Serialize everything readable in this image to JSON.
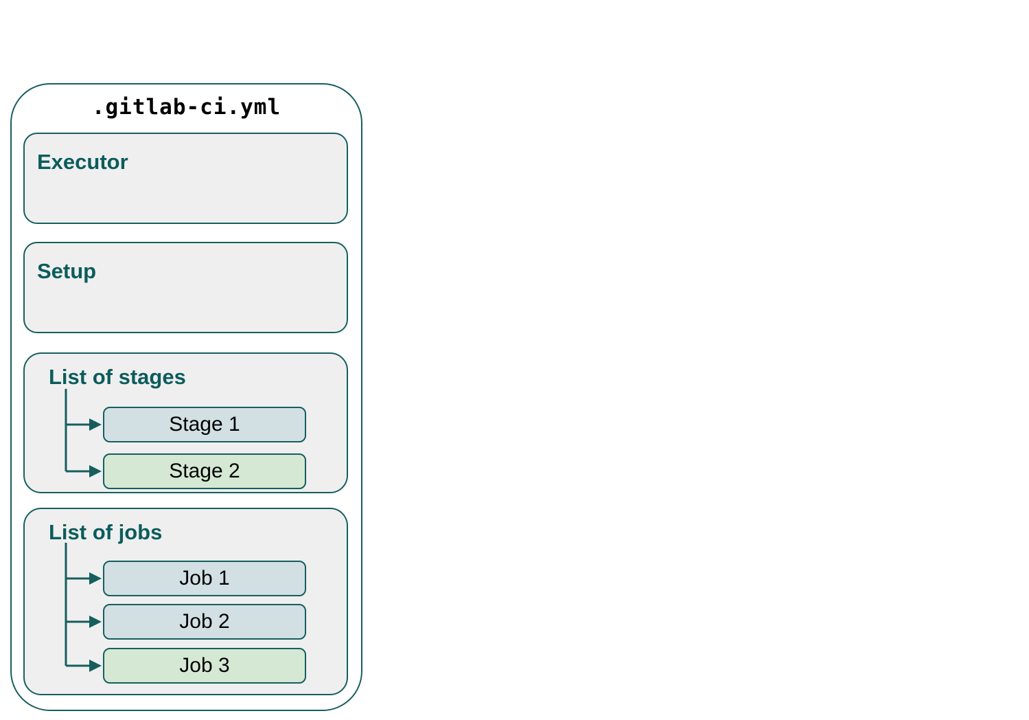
{
  "diagram": {
    "title": ".gitlab-ci.yml",
    "sections": [
      {
        "id": "executor",
        "label": "Executor",
        "items": []
      },
      {
        "id": "setup",
        "label": "Setup",
        "items": []
      },
      {
        "id": "stages",
        "label": "List of stages",
        "items": [
          {
            "label": "Stage 1",
            "variant": "blue"
          },
          {
            "label": "Stage 2",
            "variant": "green"
          }
        ]
      },
      {
        "id": "jobs",
        "label": "List of jobs",
        "items": [
          {
            "label": "Job 1",
            "variant": "blue"
          },
          {
            "label": "Job 2",
            "variant": "blue"
          },
          {
            "label": "Job 3",
            "variant": "green"
          }
        ]
      }
    ],
    "colors": {
      "outline_teal": "#165e5e",
      "heading_teal": "#0c5c5c",
      "section_fill": "#efefef",
      "node_blue_fill": "#d2dfe3",
      "node_green_fill": "#d5e8d4",
      "node_text": "#000000",
      "title_text": "#000000",
      "background": "#ffffff"
    }
  }
}
